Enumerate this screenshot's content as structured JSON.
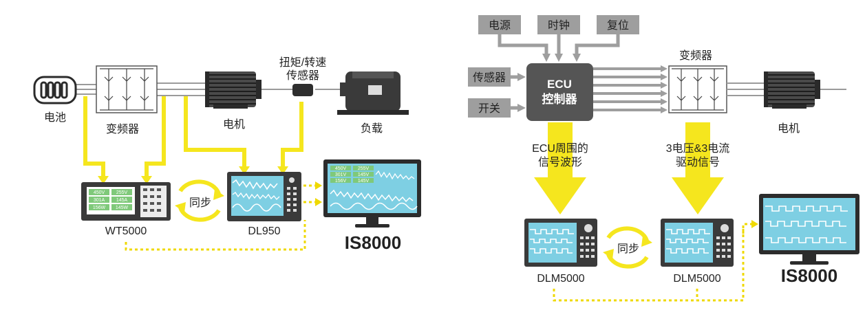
{
  "left": {
    "battery_label": "电池",
    "inverter_label": "变频器",
    "motor_label": "电机",
    "sensor_label_line1": "扭矩/转速",
    "sensor_label_line2": "传感器",
    "load_label": "负载",
    "wt_label": "WT5000",
    "dl_label": "DL950",
    "is_label": "IS8000",
    "sync_label": "同步",
    "wt_readings": [
      {
        "a": "450V",
        "b": "255V"
      },
      {
        "a": "301A",
        "b": "145A"
      },
      {
        "a": "156W",
        "b": "145W"
      }
    ],
    "is_readings": [
      {
        "a": "450V",
        "b": "255V"
      },
      {
        "a": "301V",
        "b": "145V"
      },
      {
        "a": "156V",
        "b": "145V"
      }
    ]
  },
  "right": {
    "power_label": "电源",
    "clock_label": "时钟",
    "reset_label": "复位",
    "sensor_label": "传感器",
    "switch_label": "开关",
    "ecu_line1": "ECU",
    "ecu_line2": "控制器",
    "inverter_label": "变频器",
    "motor_label": "电机",
    "arrow1_line1": "ECU周围的",
    "arrow1_line2": "信号波形",
    "arrow2_line1": "3电压&3电流",
    "arrow2_line2": "驱动信号",
    "dlm1_label": "DLM5000",
    "dlm2_label": "DLM5000",
    "sync_label": "同步",
    "is_label": "IS8000"
  },
  "colors": {
    "yellow": "#f5e61e",
    "dotted": "#efd900",
    "ecu_box": "#555555",
    "gray_box": "#9e9e9e",
    "screen_cyan": "#7ecfe3",
    "meter_green": "#7fc97a",
    "device_dark": "#3a3a3a"
  }
}
